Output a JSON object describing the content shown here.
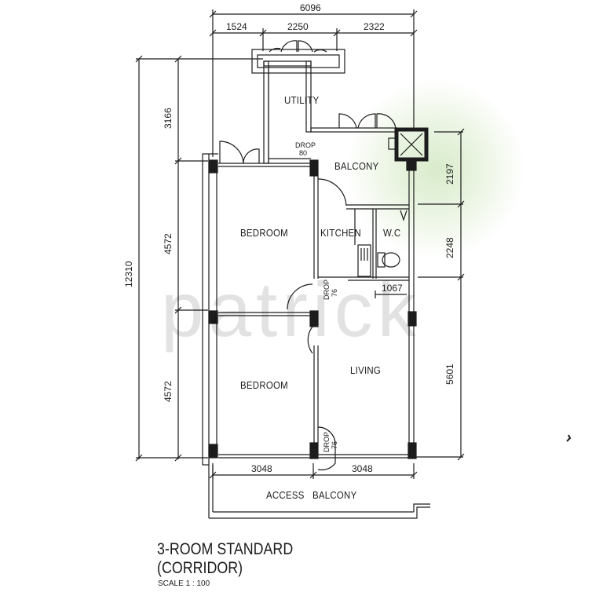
{
  "plan": {
    "title_line1": "3-ROOM STANDARD",
    "title_line2": "(CORRIDOR)",
    "scale": "SCALE 1 : 100",
    "watermark": "patrick",
    "accent_tint": "#dcebd0"
  },
  "rooms": {
    "utility": "UTILITY",
    "balcony": "BALCONY",
    "bedroom_1": "BEDROOM",
    "kitchen": "KITCHEN",
    "wc": "W.C",
    "bedroom_2": "BEDROOM",
    "living": "LIVING",
    "access_balcony": "ACCESS   BALCONY"
  },
  "dimensions": {
    "top_total": "6096",
    "top_1": "1524",
    "top_2": "2250",
    "top_3": "2322",
    "left_total": "12310",
    "left_1": "3166",
    "left_2": "4572",
    "left_3": "4572",
    "right_1": "2197",
    "right_2": "2248",
    "right_3": "5601",
    "bottom_1": "3048",
    "bottom_2": "3048",
    "wc_width": "1067"
  },
  "drops": {
    "drop_utility": {
      "label": "DROP",
      "value": "80"
    },
    "drop_kitchen": {
      "label": "DROP",
      "value": "76"
    },
    "drop_entrance": {
      "label": "DROP",
      "value": "76"
    }
  }
}
